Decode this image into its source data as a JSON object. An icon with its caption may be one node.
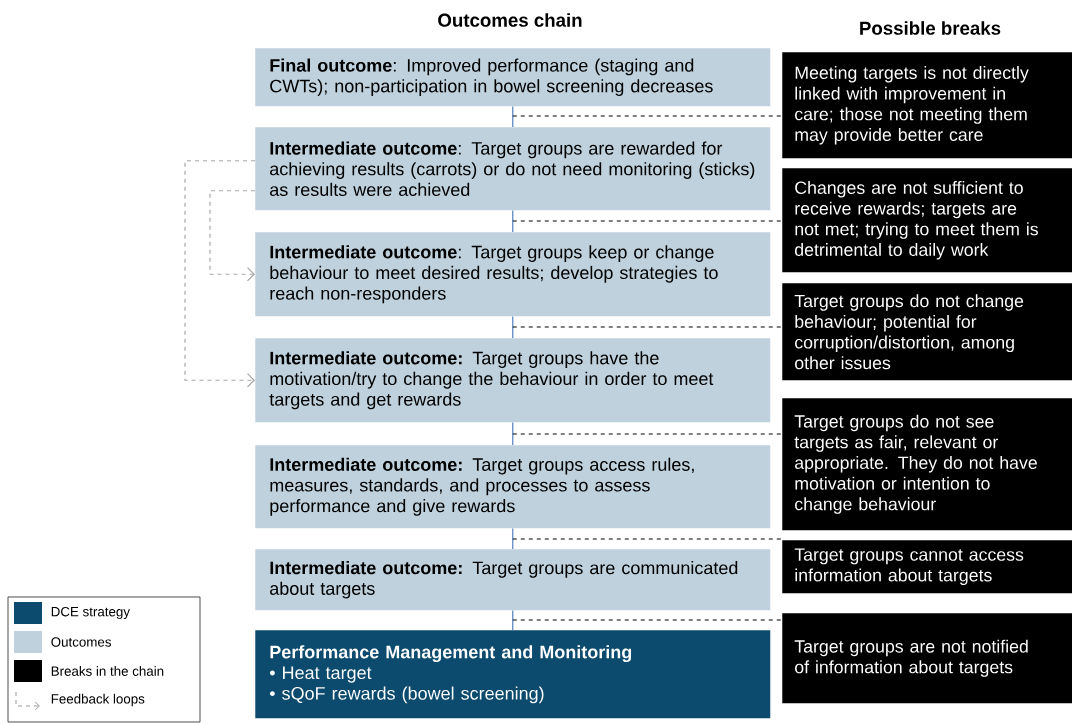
{
  "diagram": {
    "nodes": [
      {
        "text": [
          "**Final outcome**: Improved performance (staging and CWTs); non-participation in bowel screening decreases"
        ]
      },
      {
        "text": [
          "**Intermediate outcome**: Target groups are rewarded for achieving results (carrots) or do not need monitoring (sticks) as results were achieved"
        ]
      },
      {
        "text": [
          "**Intermediate outcome**: Target groups keep or change behaviour to meet desired results; develop strategies to reach non-responders"
        ]
      },
      {
        "text": [
          "**Intermediate outcome:** Target groups have the motivation/try to change the behaviour in order to meet targets and get rewards"
        ]
      },
      {
        "text": [
          "**Intermediate outcome:** Target groups access rules, measures, standards, and processes to assess performance and give rewards"
        ]
      },
      {
        "text": [
          "**Intermediate outcome:** Target groups are communicated about targets"
        ]
      },
      {
        "text": [
          "Performance Management and Monitoring",
          "• Heat target",
          "• sQoF rewards (bowel screening)"
        ]
      },
      {
        "text": [
          "Meeting targets is not directly linked with improvement in care; those not meeting them may provide better care"
        ]
      },
      {
        "text": [
          "Changes are not sufficient to receive rewards; targets are not met; trying to meet them is detrimental to daily work"
        ]
      },
      {
        "text": [
          "Target groups do not change behaviour; potential for corruption/distortion, among other issues"
        ]
      },
      {
        "text": [
          "Target groups do not see targets as fair, relevant or appropriate. They do not have motivation or intention to change behaviour"
        ]
      },
      {
        "text": [
          "Target groups cannot access information about targets"
        ]
      },
      {
        "text": [
          "Target groups are not notified of information about targets"
        ]
      }
    ],
    "edges": [
      {
        "from": 1,
        "to": 0,
        "arrow": "none",
        "color": "#4f81bd"
      },
      {
        "from": 2,
        "to": 1,
        "arrow": "none",
        "color": "#4f81bd"
      },
      {
        "from": 3,
        "to": 2,
        "arrow": "none",
        "color": "#4f81bd"
      },
      {
        "from": 4,
        "to": 3,
        "arrow": "none",
        "color": "#4f81bd"
      },
      {
        "from": 5,
        "to": 4,
        "arrow": "none",
        "color": "#4f81bd"
      },
      {
        "from": 6,
        "to": 5,
        "arrow": "none",
        "color": "#4f81bd"
      },
      {
        "from": 0,
        "to": 7,
        "arrow": "none",
        "style": "dashed",
        "color": "#000000"
      },
      {
        "from": 1,
        "to": 8,
        "arrow": "none",
        "style": "dashed",
        "color": "#000000"
      },
      {
        "from": 2,
        "to": 9,
        "arrow": "none",
        "style": "dashed",
        "color": "#000000"
      },
      {
        "from": 3,
        "to": 10,
        "arrow": "none",
        "style": "dashed",
        "color": "#000000"
      },
      {
        "from": 4,
        "to": 11,
        "arrow": "none",
        "style": "dashed",
        "color": "#000000"
      },
      {
        "from": 5,
        "to": 12,
        "arrow": "none",
        "style": "dashed",
        "color": "#000000"
      },
      {
        "from": 1,
        "to": 3,
        "arrow": "to",
        "style": "dashed",
        "color": "#a6a6a6"
      },
      {
        "from": 1,
        "to": 2,
        "arrow": "to",
        "style": "dashed",
        "color": "#a6a6a6"
      }
    ],
    "labels": [
      "Outcomes chain",
      "Possible breaks"
    ],
    "legend": [
      {
        "text": "DCE strategy",
        "color": "#0c4a6e"
      },
      {
        "text": "Outcomes",
        "color": "#bfd1dc"
      },
      {
        "text": "Breaks in the chain",
        "color": "#000000"
      },
      {
        "text": "Feedback loops"
      }
    ]
  }
}
